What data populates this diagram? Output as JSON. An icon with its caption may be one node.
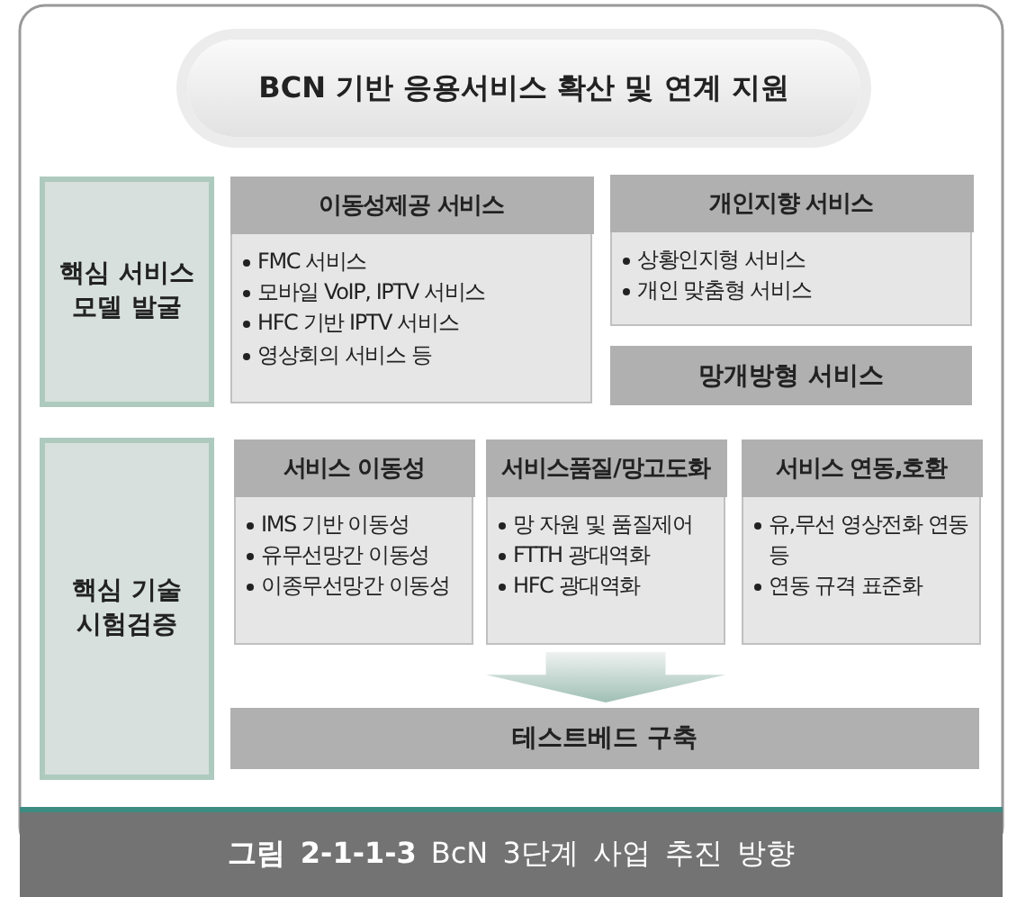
{
  "diagram": {
    "caption": "**그림 2-1-1-3** BcN 3단계 사업 추진 방향",
    "nodes": [
      {
        "text": [
          "BCN 기반 응용서비스 확산 및 연계 지원"
        ]
      },
      {
        "text": [
          "핵심 서비스 모델 발굴"
        ]
      },
      {
        "text": [
          "이동성제공 서비스",
          "FMC 서비스",
          "모바일 VoIP, IPTV 서비스",
          "HFC 기반 IPTV 서비스",
          "영상회의 서비스 등"
        ]
      },
      {
        "text": [
          "개인지향 서비스",
          "상황인지형 서비스",
          "개인 맞춤형 서비스"
        ]
      },
      {
        "text": [
          "망개방형 서비스"
        ]
      },
      {
        "text": [
          "핵심 기술 시험검증"
        ]
      },
      {
        "text": [
          "서비스 이동성",
          "IMS 기반 이동성",
          "유무선망간 이동성",
          "이종무선망간 이동성"
        ]
      },
      {
        "text": [
          "서비스품질/망고도화",
          "망 자원 및 품질제어",
          "FTTH 광대역화",
          "HFC 광대역화"
        ]
      },
      {
        "text": [
          "서비스 연동,호환",
          "유,무선 영상전화 연동 등",
          "연동 규격 표준화"
        ]
      },
      {
        "text": [
          "테스트베드 구축"
        ]
      }
    ],
    "edges": [
      {
        "from": 7,
        "to": 9,
        "arrow": "to"
      }
    ]
  }
}
